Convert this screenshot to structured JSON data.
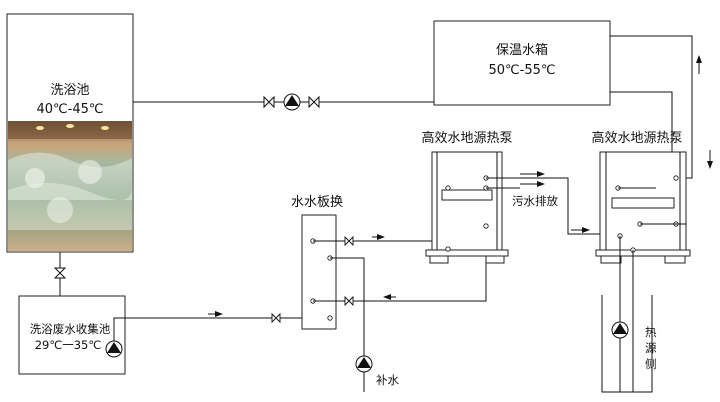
{
  "bath_pool": {
    "name": "洗浴池",
    "temp": "40℃-45℃"
  },
  "storage_tank": {
    "name": "保温水箱",
    "temp": "50℃-55℃"
  },
  "waste_collection_tank": {
    "name": "洗浴废水收集池",
    "temp": "29℃一35℃"
  },
  "plate_exchanger": {
    "name": "水水板换"
  },
  "heat_pump_1": {
    "name": "高效水地源热泵"
  },
  "heat_pump_2": {
    "name": "高效水地源热泵"
  },
  "sewage_discharge": {
    "label": "污水排放"
  },
  "makeup_water": {
    "label": "补水"
  },
  "heat_source_side": {
    "chars": [
      "热",
      "源",
      "侧"
    ]
  }
}
